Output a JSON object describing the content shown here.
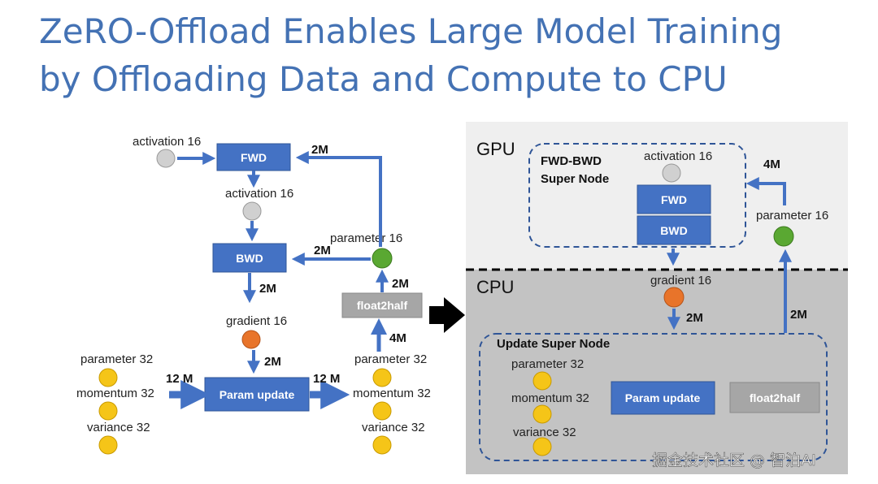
{
  "title": {
    "line1": "ZeRO-Offload Enables Large Model Training",
    "line2": "by Offloading Data and Compute to CPU"
  },
  "colors": {
    "title": "#4472b4",
    "box_blue": "#4472c4",
    "box_gray": "#a6a6a6",
    "arrow": "#4472c4",
    "node_gray": "#d0d0d0",
    "node_green": "#5aa832",
    "node_orange": "#e8742a",
    "node_yellow": "#f5c518",
    "gpu_bg": "#efefef",
    "cpu_bg": "#c3c3c3"
  },
  "left_flow": {
    "activation_in": "activation 16",
    "fwd": "FWD",
    "activation_mid": "activation 16",
    "bwd": "BWD",
    "gradient": "gradient 16",
    "param_update": "Param update",
    "parameter_out": "parameter 16",
    "float2half": "float2half",
    "in_params": [
      "parameter 32",
      "momentum 32",
      "variance 32"
    ],
    "out_params": [
      "parameter 32",
      "momentum 32",
      "variance 32"
    ],
    "sizes": {
      "to_fwd": "2M",
      "to_bwd": "2M",
      "bwd_to_grad": "2M",
      "grad_to_update": "2M",
      "in_update": "12 M",
      "out_update": "12 M",
      "to_float2half": "4M",
      "float2half_to_param": "2M"
    }
  },
  "right_flow": {
    "gpu_label": "GPU",
    "cpu_label": "CPU",
    "super_node_title": "FWD-BWD\nSuper Node",
    "super_node_line1": "FWD-BWD",
    "super_node_line2": "Super Node",
    "activation": "activation 16",
    "fwd": "FWD",
    "bwd": "BWD",
    "parameter": "parameter 16",
    "gradient": "gradient 16",
    "update_node_title": "Update Super Node",
    "params": [
      "parameter 32",
      "momentum 32",
      "variance 32"
    ],
    "param_update": "Param update",
    "float2half": "float2half",
    "sizes": {
      "to_super_node": "4M",
      "grad_to_update": "2M",
      "update_to_param": "2M"
    }
  },
  "watermark": "掘金技术社区 @ 智泊AI"
}
